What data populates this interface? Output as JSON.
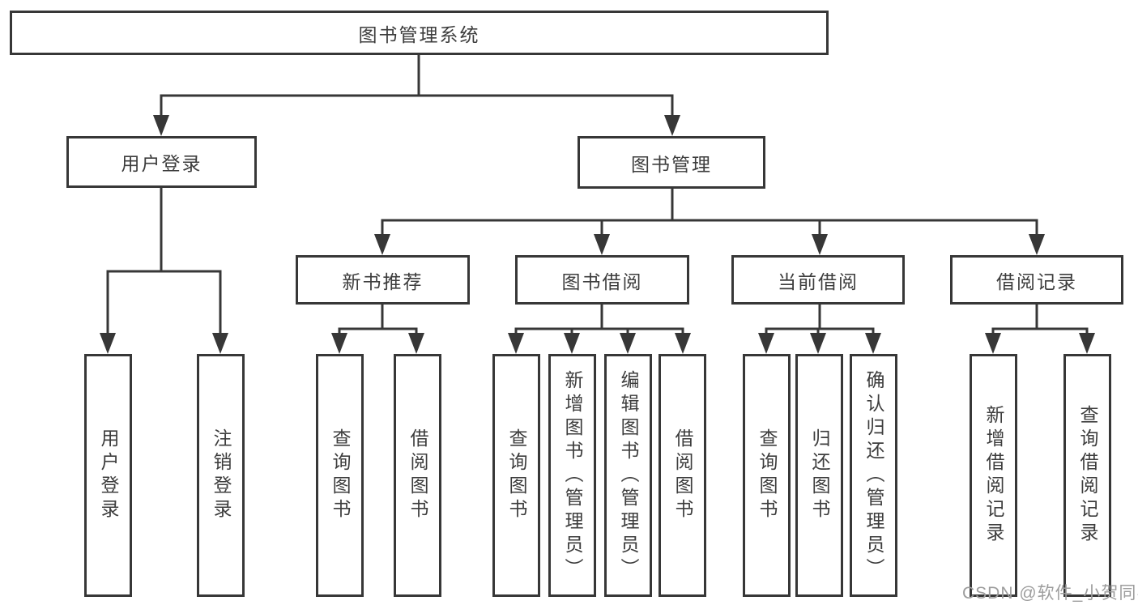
{
  "diagram_title": "图书管理系统",
  "colors": {
    "line": "#373737",
    "box_border": "#373737",
    "box_background": "#ffffff",
    "text": "#3d3d3d",
    "watermark": "#9d9d9d",
    "page_background": "#ffffff"
  },
  "tree": {
    "root": {
      "label": "图书管理系统"
    },
    "level2": [
      {
        "label": "用户登录",
        "parent": "图书管理系统"
      },
      {
        "label": "图书管理",
        "parent": "图书管理系统"
      }
    ],
    "level3": [
      {
        "label": "新书推荐",
        "parent": "图书管理"
      },
      {
        "label": "图书借阅",
        "parent": "图书管理"
      },
      {
        "label": "当前借阅",
        "parent": "图书管理"
      },
      {
        "label": "借阅记录",
        "parent": "图书管理"
      }
    ],
    "leaves": [
      {
        "label": "用户登录",
        "parent": "用户登录"
      },
      {
        "label": "注销登录",
        "parent": "用户登录"
      },
      {
        "label": "查询图书",
        "parent": "新书推荐"
      },
      {
        "label": "借阅图书",
        "parent": "新书推荐"
      },
      {
        "label": "查询图书",
        "parent": "图书借阅"
      },
      {
        "label": "新增图书（管理员）",
        "parent": "图书借阅"
      },
      {
        "label": "编辑图书（管理员）",
        "parent": "图书借阅"
      },
      {
        "label": "借阅图书",
        "parent": "图书借阅"
      },
      {
        "label": "查询图书",
        "parent": "当前借阅"
      },
      {
        "label": "归还图书",
        "parent": "当前借阅"
      },
      {
        "label": "确认归还（管理员）",
        "parent": "当前借阅"
      },
      {
        "label": "新增借阅记录",
        "parent": "借阅记录"
      },
      {
        "label": "查询借阅记录",
        "parent": "借阅记录"
      }
    ]
  },
  "watermark": {
    "text": "CSDN @软件_小贺同学"
  }
}
